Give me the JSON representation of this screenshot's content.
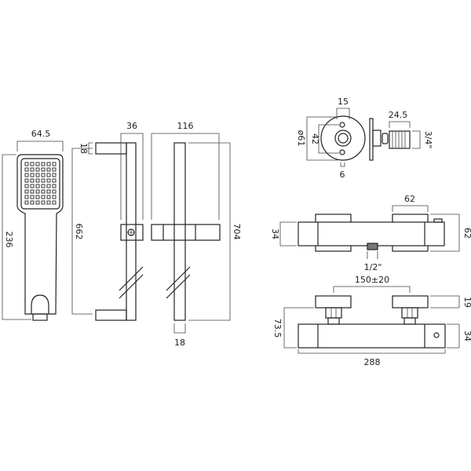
{
  "handset": {
    "width_label": "64.5",
    "height_label": "236"
  },
  "riser_side": {
    "depth_label": "36",
    "bracket_label": "18",
    "centres_label": "662"
  },
  "riser_front": {
    "width_label": "116",
    "height_label": "704",
    "bar_label": "18"
  },
  "wall_outlet": {
    "top_label": "15",
    "diameter_label": "ø61",
    "holes_label": "42",
    "hole_label": "6",
    "length_label": "24.5",
    "thread_label": "3/4\""
  },
  "valve_top": {
    "handle_label": "62",
    "body_label": "34",
    "depth_label": "62",
    "outlet_label": "1/2\""
  },
  "valve_front": {
    "centres_label": "150±20",
    "handle_label": "19",
    "height_label": "73.5",
    "body_label": "34",
    "length_label": "288"
  },
  "colors": {
    "line": "#222222",
    "background": "#ffffff"
  }
}
